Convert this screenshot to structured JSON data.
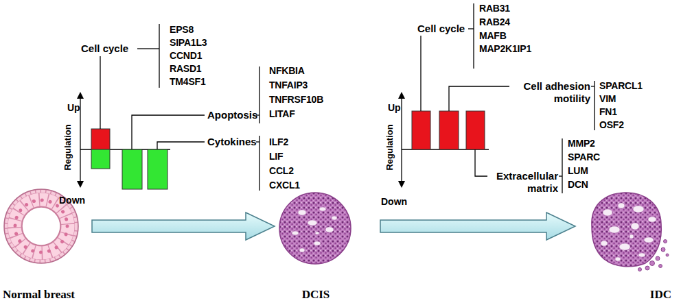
{
  "diagram": {
    "nodes": [
      {
        "text": [
          "Normal breast"
        ]
      },
      {
        "text": [
          "DCIS"
        ]
      },
      {
        "text": [
          "IDC"
        ]
      }
    ],
    "edges": [
      {
        "from": 0,
        "to": 1,
        "arrow": "to"
      },
      {
        "from": 1,
        "to": 2,
        "arrow": "to"
      }
    ],
    "labels": [
      "Up",
      "Down",
      "Regulation",
      "Cell cycle",
      "EPS8",
      "SIPA1L3",
      "CCND1",
      "RASD1",
      "TM4SF1",
      "Apoptosis",
      "NFKBIA",
      "TNFAIP3",
      "TNFRSF10B",
      "LITAF",
      "Cytokines",
      "ILF2",
      "LIF",
      "CCL2",
      "CXCL1",
      "Cell cycle",
      "RAB31",
      "RAB24",
      "MAFB",
      "MAP2K1IP1",
      "Cell adhesion motility",
      "SPARCL1",
      "VIM",
      "FN1",
      "OSF2",
      "Up",
      "Down",
      "Regulation",
      "Extracellular matrix",
      "MMP2",
      "SPARC",
      "LUM",
      "DCN"
    ]
  }
}
